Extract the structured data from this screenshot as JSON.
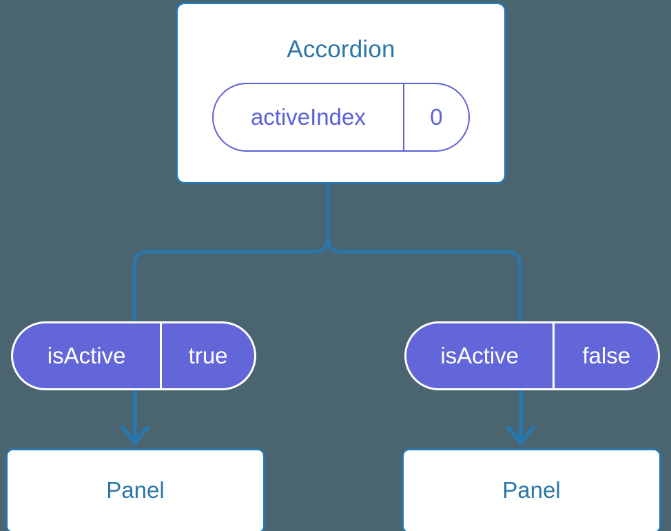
{
  "diagram": {
    "type": "component-state-tree",
    "background_color": "#4a6570",
    "accent_blue": "#2877ad",
    "accent_purple": "#6366d8",
    "root": {
      "title": "Accordion",
      "state": {
        "key": "activeIndex",
        "value": "0"
      }
    },
    "branches": [
      {
        "prop": {
          "key": "isActive",
          "value": "true"
        },
        "child": {
          "title": "Panel"
        }
      },
      {
        "prop": {
          "key": "isActive",
          "value": "false"
        },
        "child": {
          "title": "Panel"
        }
      }
    ]
  }
}
